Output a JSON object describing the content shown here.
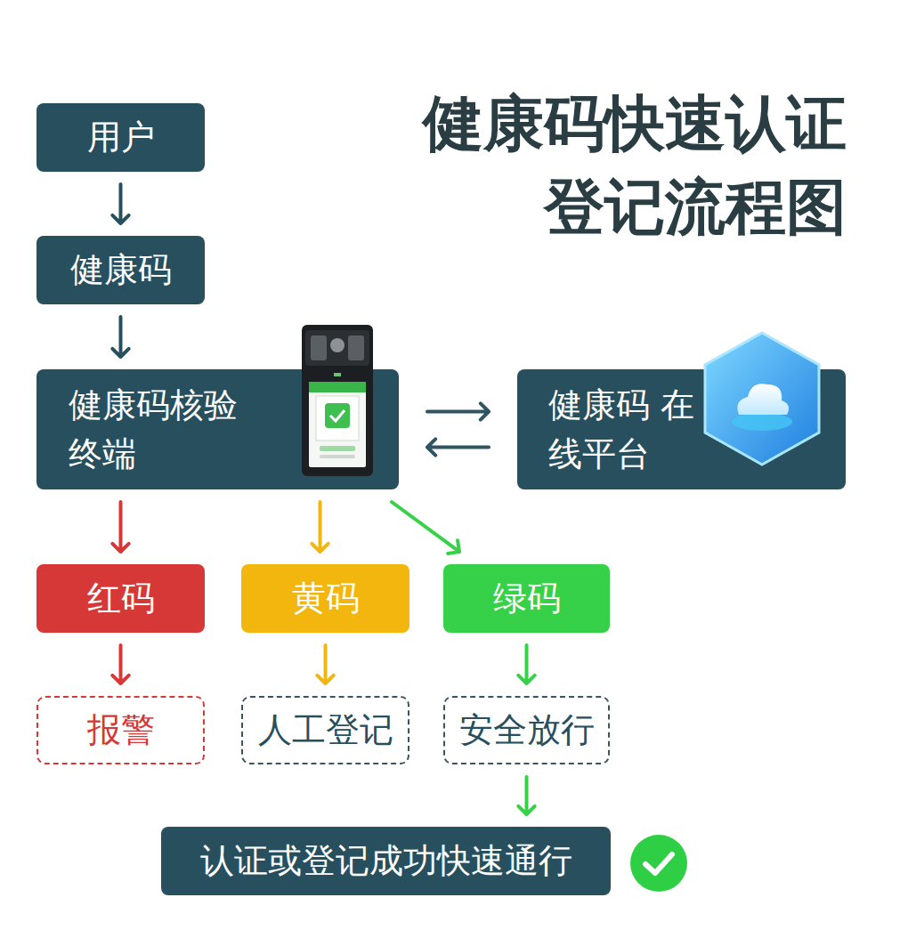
{
  "diagram": {
    "title": "健康码快速认证 登记流程图",
    "nodes": [
      {
        "text": [
          "用户"
        ]
      },
      {
        "text": [
          "健康码"
        ]
      },
      {
        "text": [
          "健康码核验 终端"
        ]
      },
      {
        "text": [
          "健康码 在线平台"
        ]
      },
      {
        "text": [
          "红码"
        ]
      },
      {
        "text": [
          "黄码"
        ]
      },
      {
        "text": [
          "绿码"
        ]
      },
      {
        "text": [
          "报警"
        ]
      },
      {
        "text": [
          "人工登记"
        ]
      },
      {
        "text": [
          "安全放行"
        ]
      },
      {
        "text": [
          "认证或登记成功快速通行"
        ]
      }
    ],
    "edges": [
      {
        "from": 0,
        "to": 1,
        "arrow": "to"
      },
      {
        "from": 1,
        "to": 2,
        "arrow": "to"
      },
      {
        "from": 2,
        "to": 3,
        "arrow": "to"
      },
      {
        "from": 3,
        "to": 2,
        "arrow": "to"
      },
      {
        "from": 2,
        "to": 4,
        "arrow": "to"
      },
      {
        "from": 2,
        "to": 5,
        "arrow": "to"
      },
      {
        "from": 2,
        "to": 6,
        "arrow": "to"
      },
      {
        "from": 4,
        "to": 7,
        "arrow": "to"
      },
      {
        "from": 5,
        "to": 8,
        "arrow": "to"
      },
      {
        "from": 6,
        "to": 9,
        "arrow": "to"
      },
      {
        "from": 9,
        "to": 10,
        "arrow": "to"
      }
    ]
  }
}
